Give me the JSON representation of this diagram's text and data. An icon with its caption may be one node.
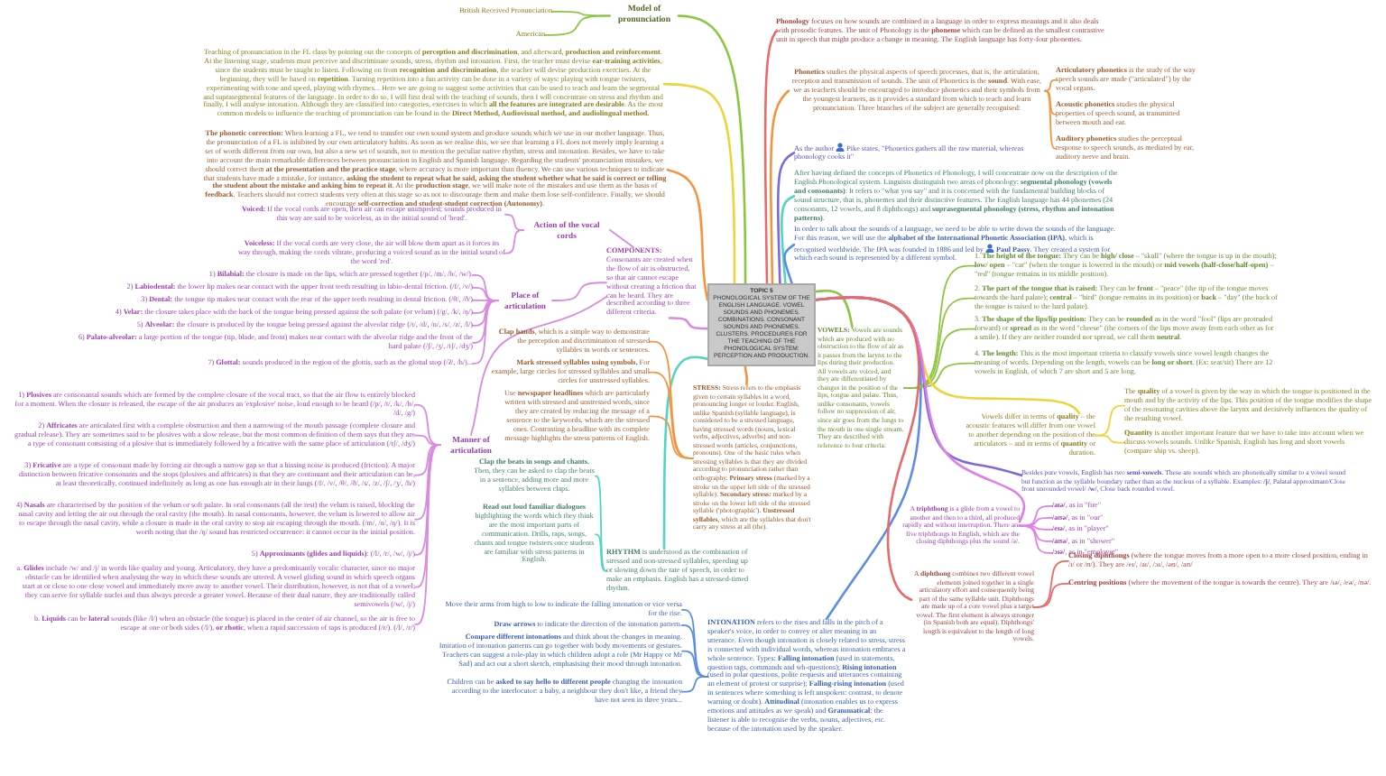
{
  "diagram": {
    "nodes": [
      {
        "text": [
          "TOPIC 5",
          "PHONOLOGICAL SYSTEM OF THE ENGLISH LANGUAGE. VOWEL SOUNDS AND PHONEMES. COMBINATIONS. CONSONANT SOUNDS AND PHONEMES. CLUSTERS. PROCEDURES FOR THE TEACHING OF THE PHONOLOGICAL SYSTEM: PERCEPTION AND PRODUCTION."
        ]
      },
      {
        "text": [
          "Model of pronunciation"
        ]
      },
      {
        "text": [
          "British Received Pronunciation"
        ]
      },
      {
        "text": [
          "American"
        ]
      },
      {
        "text": [
          "Teaching of pronunciation in the FL class by pointing out the concepts of **perception and discrimination**, and afterward, **production and reinforcement**. At the listening stage, students must perceive and discriminate sounds, stress, rhythm and intonation. First, the teacher must devise **ear-training activities**, since the students must be taught to listen. Following on from **recognition and discrimination**, the teacher will devise production exercises. At the beginning, they will be based on **repetition**. Turning repetition into a fun activity can be done in a variety of ways: playing with tongue twisters, experimenting with tone and speed, playing with rhymes... Here we are going to suggest some activities that can be used to teach and learn the segmental and suprasegmental features of the language. In order to do so, I will first deal with the teaching of sounds, then I will concentrate on stress and rhythm and finally, I will analyse intonation. Although they are classified into categories, exercises in which **all the features are integrated are desirable**. As the most common models to influence the teaching of pronunciation can be found in the **Direct Method, Audiovisual method, and audiolingual method.**"
        ]
      },
      {
        "text": [
          "**The phonetic correction:** When learning a FL, we tend to transfer our own sound system and produce sounds which we use in our mother language. Thus, the pronunciation of a FL is inhibited by our own articulatory habits. As soon as we realise this, we see that learning a FL does not merely imply learning a set of words different from our own, but also a new set of sounds, not to mention the peculiar native rhythm, stress and intonation. Besides, we have to take into account the main remarkable differences between pronunciation in English and Spanish language. Regarding the students' pronunciation mistakes, we should correct them **at the presentation and the practice stage**, where accuracy is more important than fluency. We can use various techniques to indicate that students have made a mistake, for instance, **asking the student to repeat what he said, asking the student whether what he said is correct or telling the student about the mistake and asking him to repeat it**. At the **production stage**, we will make note of the mistakes and use them as the basis of **feedback**. Teachers should not correct students very often at this stage so as not to discourage them and make them lose self-confidence. Finally, we should encourage **self-correction and student-student correction (Autonomy)**."
        ]
      },
      {
        "text": [
          "Action of the vocal cords"
        ]
      },
      {
        "text": [
          "**Voiced:** If the vocal cords are open, then air can escape unimpeded; sounds produced in this way are said to be voiceless, as in the initial sound of 'head'."
        ]
      },
      {
        "text": [
          "**Voiceless:** If the vocal cords are very close, the air will blow them apart as it forces its way through, making the cords vibrate, producing a voiced sound as in the initial sound of the word 'red'."
        ]
      },
      {
        "text": [
          "**COMPONENTS:** Consonants are created when the flow of air is obstructed, so that air cannot escape without creating a friction that can be heard. They are described according to three different criteria."
        ]
      },
      {
        "text": [
          "Place of articulation"
        ]
      },
      {
        "text": [
          "1) **Bilabial:** the closure is made on the lips, which are pressed together (/p/, /m/, /b/, /w/)."
        ]
      },
      {
        "text": [
          "2) **Labiodental:** the lower lip makes near contact with the upper front teeth resulting in labio-dental friction. (/f/, /v/)"
        ]
      },
      {
        "text": [
          "3) **Dental:** the tongue tip makes near contact with the rear of the upper teeth resulting in dental friction. (/θ/, /ð/)"
        ]
      },
      {
        "text": [
          "4) **Velar:** the closure takes place with the back of the tongue being pressed against the soft palate (or velum) (/g/, /k/, /ŋ/)"
        ]
      },
      {
        "text": [
          "5) **Alveolar:** the closure is produced by the tongue being pressed against the alveolar ridge (/t/, /d/, /n/, /s/, /z/, /l/)"
        ]
      },
      {
        "text": [
          "6) **Palato-alveolar:** a large portion of the tongue (tip, blade, and front) makes near contact with the alveolar ridge and the front of the hard palate (/ʃ/, /ʒ/, /tʃ/, /dʒ/)"
        ]
      },
      {
        "text": [
          "7) **Glottal:** sounds produced in the region of the glottis, such as the glottal stop (/ʔ/, /h/)..."
        ]
      },
      {
        "text": [
          "Manner of articulation"
        ]
      },
      {
        "text": [
          "1) **Plosives** are consonantal sounds which are formed by the complete closure of the vocal tract, so that the air flow is entirely blocked for a moment. When the closure is released, the escape of the air produces an 'explosive' noise, loud enough to be heard (/p/, /t/, /k/, /b/, /d/, /g/)"
        ]
      },
      {
        "text": [
          "2) **Affricates** are articulated first with a complete obstruction and then a narrowing of the mouth passage (complete closure and gradual release). They are sometimes said to be plosives with a slow release, but the most common definition of them says that they are a type of consonant consisting of a plosive that is immediately followed by a fricative with the same place of articulation (/tʃ/, /dʒ/)"
        ]
      },
      {
        "text": [
          "3) **Fricative** are a type of consonant made by forcing air through a narrow gap so that a hissing noise is produced (friction). A major distinction between fricative consonants and the stops (plosives and affricates) is that they are continuant and their articulation can be, at least theoretically, continued indefinitely as long as one has enough air in their lungs (/f/, /v/, /θ/, /ð/, /s/, /z/, /ʃ/, /ʒ/, /h/)"
        ]
      },
      {
        "text": [
          "4) **Nasals** are characterised by the position of the velum or soft palate. In oral consonants (all the rest) the velum is raised, blocking the nasal cavity and letting the air out through the oral cavity (the mouth). In nasal consonants, however, the velum is lowered to allow air to escape through the nasal cavity, while a closure is made in the oral cavity to stop air escaping through the mouth. (/m/, /n/, /ŋ/). It is worth noting that the /ŋ/ sound has restricted occurrence: it cannot occur in the initial position."
        ]
      },
      {
        "text": [
          "5) **Approximants (glides and liquids)**: (/l/, /r/, /w/, /j/)"
        ]
      },
      {
        "text": [
          "a. **Glides** include /w/ and /j/ in words like quality and young. Articulatory, they have a predominantly vocalic character, since no major obstacle can be identified when analysing the way in which these sounds are uttered. A vowel gliding sound in which speech organs start at or close to one close vowel and immediately move away to another vowel. Their distribution, however, is not that of a vowel; they can serve for syllable nuclei and thus always precede a greater vowel. Because of their dual nature, they are traditionally called semivowels (/w/, /j/)"
        ]
      },
      {
        "text": [
          "b. **Liquids** can be **lateral** sounds (like /l/) when an obstacle (the tongue) is placed in the center of air channel, so the air is free to escape at one or both sides (/l/), **or rhotic**, when a rapid succession of taps is produced (/r/). (/l/, /r/)"
        ]
      },
      {
        "text": [
          "**INTONATION** refers to the rises and falls in the pitch of a speaker's voice, in order to convey or alter meaning in an utterance. Even though intonation is closely related to stress, stress is connected with individual words, whereas intonation embraces a whole sentence. Types: **Falling intonation** (used in statements, question tags, commands and wh-questions); **Rising intonation** (used in polar questions, polite requests and utterances containing an element of protest or surprise); **Falling-rising intonation** (used in sentences where something is left unspoken: contrast, to denote warning or doubt). **Attitudinal** (intonation enables us to express emotions and attitudes as we speak) and **Grammatical**: the listener is able to recognise the verbs, nouns, adjectives, etc. because of the intonation used by the speaker."
        ]
      },
      {
        "text": [
          "Move their arms from high to low to indicate the falling intonation or vice versa for the rise."
        ]
      },
      {
        "text": [
          "**Draw arrows** to indicate the direction of the intonation pattern."
        ]
      },
      {
        "text": [
          "**Compare different intonations** and think about the changes in meaning. Imitation of intonation patterns can go together with body movements or gestures. Teachers can suggest a role-play in which children adopt a role (Mr Happy or Mr Sad) and act out a short sketch, emphasising their mood through intonation."
        ]
      },
      {
        "text": [
          "Children can be **asked to say hello to different people** changing the intonation according to the interlocutor: a baby, a neighbour they don't like, a friend they have not seen in three years..."
        ]
      },
      {
        "text": [
          "**RHYTHM** is understood as the combination of stressed and non-stressed syllables, speeding up or slowing down the rate of speech, in order to make an emphasis. English has a stressed-timed rhythm."
        ]
      },
      {
        "text": [
          "Clap the beats in songs and chants.",
          "Then, they can be asked to clap the beats in a sentence, adding more and more syllables between claps."
        ]
      },
      {
        "text": [
          "Read out loud familiar dialogues",
          "highlighting the words which they think are the most important parts of communication. Drills, raps, songs, chants and tongue twisters once students are familiar with stress patterns in English."
        ]
      },
      {
        "text": [
          "**STRESS:** Stress refers to the emphasis given to certain syllables in a word, pronouncing longer or louder. English, unlike Spanish (syllable language), is considered to be a stressed language, having stressed words (nouns, lexical verbs, adjectives, adverbs) and non-stressed words (articles, conjunctions, pronouns). One of the basic rules when stressing syllables is that they are divided according to pronunciation rather than orthography. **Primary stress** (marked by a stroke on the upper left side of the stressed syllable). **Secondary stress:** marked by a stroke on the lower left side of the stressed syllable ('photographic'). **Unstressed syllables**, which are the syllables that don't carry any stress at all (the)."
        ]
      },
      {
        "text": [
          "**Clap hands**, which is a simple way to demonstrate the perception and discrimination of stressed syllables in words or sentences."
        ]
      },
      {
        "text": [
          "**Mark stressed syllables using symbols.** For example, large circles for stressed syllables and small circles for unstressed syllables."
        ]
      },
      {
        "text": [
          "Use **newspaper headlines** which are particularly written with stressed and unstressed words, since they are created by reducing the message of a sentence to the keywords, which are the stressed ones. Contrasting a headline with its complete message highlights the stress patterns of English."
        ]
      },
      {
        "text": [
          "**Phonology** focuses on how sounds are combined in a language in order to express meanings and it also deals with prosodic features. The unit of Phonology is the **phoneme** which can be defined as the smallest contrastive unit in speech that might produce a change in meaning. The English language has forty-four phonemes."
        ]
      },
      {
        "text": [
          "**Phonetics** studies the physical aspects of speech processes, that is, the articulation, reception and transmission of sounds. The unit of Phonetics is the **sound**. With ease, we as teachers should be encouraged to introduce phonetics and their symbols from the youngest learners, as it provides a standard from which to teach and learn pronunciation. Three branches of the subject are generally recognised:"
        ]
      },
      {
        "text": [
          "**Articulatory phonetics** is the study of the way speech sounds are made (\"articulated\") by the vocal organs."
        ]
      },
      {
        "text": [
          "**Acoustic phonetics** studies the physical properties of speech sound, as transmitted between mouth and ear."
        ]
      },
      {
        "text": [
          "**Auditory phonetics** studies the perceptual response to speech sounds, as mediated by ear, auditory nerve and brain."
        ]
      },
      {
        "text": [
          "As the author",
          "Pike states, \"Phonetics gathers all the raw material, whereas phonology cooks it\""
        ]
      },
      {
        "text": [
          "After having defined the concepts of Phonetics of Phonology, I will concentrate now on the description of the English Phonological system. Linguists distinguish two areas of phonology: **segmental phonology (vowels and consonants)**: It refers to \"what you say\" and it is concerned with the fundamental building blocks of sound structure, that is, phonemes and their distinctive features. The English language has 44 phonemes (24 consonants, 12 vowels, and 8 diphthongs) and **suprasegmental phonology (stress, rhythm and intonation patterns)**."
        ]
      },
      {
        "text": [
          "In order to talk about the sounds of a language, we need to be able to write down the sounds of the language. For this reason, we will use the **alphabet of the International Phonetic Association (IPA)**, which is recognised worldwide. The IPA was founded in 1886 and led by",
          "**Paul Passy**. They created a system for which each sound is represented by a different symbol."
        ]
      },
      {
        "text": [
          "**VOWELS:** Vowels are sounds which are produced with no obstruction to the flow of air as it passes from the larynx to the lips during their production. All vowels are voiced, and they are differentiated by changes in the position of the lips, tongue and palate. Thus, unlike consonants, vowels follow no suppression of air, since air goes from the lungs to the mouth in one single stream. They are described with reference to four criteria:"
        ]
      },
      {
        "text": [
          "1. **The height of the tongue:** They can be **high/ close** – \"skull\" (where the tongue is up in the mouth); **low/ open** – \"car\" (when the tongue is lowered in the mouth) or **mid vowels (half-close/half-open)** – \"red\" (tongue remains in its middle position)."
        ]
      },
      {
        "text": [
          "2. **The part of the tongue that is raised:** They can be **front** – \"peace\" (the tip of the tongue moves towards the hard palate); **central** – \"bird\" (tongue remains in its position) or **back** – \"day\" (the back of the tongue is raised to the hard palate)."
        ]
      },
      {
        "text": [
          "3. **The shape of the lips/lip position:** They can be **rounded** as in the word \"fool\" (lips are protruded forward) or **spread** as in the word \"cheese\" (the corners of the lips move away from each other as for a smile). If they are neither rounded nor spread, we call them **neutral**."
        ]
      },
      {
        "text": [
          "4. **The length:** This is the most important criteria to classify vowels since vowel length changes the meaning of words. Depending on the length, vowels can be **long or short**. (Ex: seat/sit) There are 12 vowels in English, of which 7 are short and 5 are long."
        ]
      },
      {
        "text": [
          "Vowels differ in terms of **quality** – the acoustic features will differ from one vowel to another depending on the position of the articulators – and in terms of **quantity** or duration."
        ]
      },
      {
        "text": [
          "The **quality** of a vowel is given by the way in which the tongue is positioned in the mouth and by the activity of the lips. This position of the tongue modifies the shape of the resonating cavities above the larynx and decisively influences the quality of the resulting vowel."
        ]
      },
      {
        "text": [
          "**Quantity** is another important feature that we have to take into account when we discuss vowels sounds. Unlike Spanish, English has long and short vowels (compare ship vs. sheep)."
        ]
      },
      {
        "text": [
          "Besides pure vowels, English has two **semi-vowels**. These are sounds which are phonetically similar to a vowel sound but function as the syllable boundary rather than as the nucleus of a syllable. Examples: **/j/**, Palatal approximant/Close front unrounded vowel/ **/w/**, Close back rounded vowel."
        ]
      },
      {
        "text": [
          "A **triphthong** is a glide from a vowel to another and then to a third, all produced rapidly and without interruption. There are five triphthongs in English, which are the closing diphthongs plus the sound /ə/."
        ]
      },
      {
        "text": [
          "**/aɪə/**, as in \"fire\""
        ]
      },
      {
        "text": [
          "**/aʊə/**, as in \"our\""
        ]
      },
      {
        "text": [
          "**/eɪə/**, as in \"player\""
        ]
      },
      {
        "text": [
          "**/aʊə/**, as in \"shower\""
        ]
      },
      {
        "text": [
          "**/ɔɪə/**, as in \"employer\""
        ]
      },
      {
        "text": [
          "A **diphthong** combines two different vowel elements joined together in a single articulatory effort and consequently being part of the same syllable unit. Diphthongs are made up of a core vowel plus a target vowel. The first element is always stronger (in Spanish both are equal). Diphthongs' length is equivalent to the length of long vowels."
        ]
      },
      {
        "text": [
          "**Closing diphthongs** (where the tongue moves from a more open to a more closed position, ending in /ɪ/ or /ʊ/). They are /eɪ/, /aɪ/, /ɔɪ/, /əʊ/, /aʊ/"
        ]
      },
      {
        "text": [
          "**Centring positions** (where the movement of the tongue is towards the centre). They are /ɪə/, /eə/, /ʊə/."
        ]
      }
    ],
    "edges": [
      {
        "from": 0,
        "to": 1,
        "arrow": "none",
        "color": "#8cc63f"
      },
      {
        "from": 1,
        "to": 2,
        "arrow": "none",
        "color": "#8cc63f"
      },
      {
        "from": 1,
        "to": 3,
        "arrow": "none",
        "color": "#8cc63f"
      },
      {
        "from": 0,
        "to": 4,
        "arrow": "none",
        "color": "#ecd43a"
      },
      {
        "from": 0,
        "to": 5,
        "arrow": "none",
        "color": "#f5943c"
      },
      {
        "from": 0,
        "to": 9,
        "arrow": "none",
        "color": "#d98be0"
      },
      {
        "from": 9,
        "to": 6,
        "arrow": "none",
        "color": "#d98be0"
      },
      {
        "from": 6,
        "to": 7,
        "arrow": "none",
        "color": "#d98be0"
      },
      {
        "from": 6,
        "to": 8,
        "arrow": "none",
        "color": "#d98be0"
      },
      {
        "from": 9,
        "to": 10,
        "arrow": "none",
        "color": "#d98be0"
      },
      {
        "from": 10,
        "to": 11,
        "arrow": "none",
        "color": "#d98be0"
      },
      {
        "from": 10,
        "to": 12,
        "arrow": "none",
        "color": "#d98be0"
      },
      {
        "from": 10,
        "to": 13,
        "arrow": "none",
        "color": "#d98be0"
      },
      {
        "from": 10,
        "to": 14,
        "arrow": "none",
        "color": "#d98be0"
      },
      {
        "from": 10,
        "to": 15,
        "arrow": "none",
        "color": "#d98be0"
      },
      {
        "from": 10,
        "to": 16,
        "arrow": "none",
        "color": "#d98be0"
      },
      {
        "from": 10,
        "to": 17,
        "arrow": "none",
        "color": "#d98be0"
      },
      {
        "from": 9,
        "to": 18,
        "arrow": "none",
        "color": "#d98be0"
      },
      {
        "from": 18,
        "to": 19,
        "arrow": "none",
        "color": "#d98be0"
      },
      {
        "from": 18,
        "to": 20,
        "arrow": "none",
        "color": "#d98be0"
      },
      {
        "from": 18,
        "to": 21,
        "arrow": "none",
        "color": "#d98be0"
      },
      {
        "from": 18,
        "to": 22,
        "arrow": "none",
        "color": "#d98be0"
      },
      {
        "from": 18,
        "to": 23,
        "arrow": "none",
        "color": "#d98be0"
      },
      {
        "from": 18,
        "to": 24,
        "arrow": "none",
        "color": "#d98be0"
      },
      {
        "from": 18,
        "to": 25,
        "arrow": "none",
        "color": "#d98be0"
      },
      {
        "from": 0,
        "to": 26,
        "arrow": "none",
        "color": "#5b8de8"
      },
      {
        "from": 26,
        "to": 27,
        "arrow": "none",
        "color": "#5b8de8"
      },
      {
        "from": 26,
        "to": 28,
        "arrow": "none",
        "color": "#5b8de8"
      },
      {
        "from": 26,
        "to": 29,
        "arrow": "none",
        "color": "#5b8de8"
      },
      {
        "from": 26,
        "to": 30,
        "arrow": "none",
        "color": "#5b8de8"
      },
      {
        "from": 0,
        "to": 31,
        "arrow": "none",
        "color": "#4fd6c0"
      },
      {
        "from": 31,
        "to": 32,
        "arrow": "none",
        "color": "#4fd6c0"
      },
      {
        "from": 31,
        "to": 33,
        "arrow": "none",
        "color": "#4fd6c0"
      },
      {
        "from": 0,
        "to": 34,
        "arrow": "none",
        "color": "#f5943c"
      },
      {
        "from": 34,
        "to": 35,
        "arrow": "none",
        "color": "#f5943c"
      },
      {
        "from": 34,
        "to": 36,
        "arrow": "none",
        "color": "#f5943c"
      },
      {
        "from": 34,
        "to": 37,
        "arrow": "none",
        "color": "#f5943c"
      },
      {
        "from": 0,
        "to": 38,
        "arrow": "none",
        "color": "#e86a6a"
      },
      {
        "from": 0,
        "to": 39,
        "arrow": "none",
        "color": "#f5943c"
      },
      {
        "from": 39,
        "to": 40,
        "arrow": "none",
        "color": "#f5943c"
      },
      {
        "from": 39,
        "to": 41,
        "arrow": "none",
        "color": "#f5943c"
      },
      {
        "from": 39,
        "to": 42,
        "arrow": "none",
        "color": "#f5943c"
      },
      {
        "from": 0,
        "to": 43,
        "arrow": "none",
        "color": "#7d68e0"
      },
      {
        "from": 0,
        "to": 44,
        "arrow": "none",
        "color": "#4fd6c0"
      },
      {
        "from": 0,
        "to": 45,
        "arrow": "none",
        "color": "#5b8de8"
      },
      {
        "from": 0,
        "to": 46,
        "arrow": "none",
        "color": "#8cc63f"
      },
      {
        "from": 46,
        "to": 47,
        "arrow": "none",
        "color": "#8cc63f"
      },
      {
        "from": 46,
        "to": 48,
        "arrow": "none",
        "color": "#8cc63f"
      },
      {
        "from": 46,
        "to": 49,
        "arrow": "none",
        "color": "#8cc63f"
      },
      {
        "from": 46,
        "to": 50,
        "arrow": "none",
        "color": "#8cc63f"
      },
      {
        "from": 0,
        "to": 51,
        "arrow": "none",
        "color": "#ecd43a"
      },
      {
        "from": 51,
        "to": 52,
        "arrow": "none",
        "color": "#ecd43a"
      },
      {
        "from": 51,
        "to": 53,
        "arrow": "none",
        "color": "#ecd43a"
      },
      {
        "from": 0,
        "to": 54,
        "arrow": "none",
        "color": "#7d68e0"
      },
      {
        "from": 0,
        "to": 55,
        "arrow": "none",
        "color": "#e07de8"
      },
      {
        "from": 55,
        "to": 56,
        "arrow": "none",
        "color": "#e07de8"
      },
      {
        "from": 55,
        "to": 57,
        "arrow": "none",
        "color": "#e07de8"
      },
      {
        "from": 55,
        "to": 58,
        "arrow": "none",
        "color": "#e07de8"
      },
      {
        "from": 55,
        "to": 59,
        "arrow": "none",
        "color": "#e07de8"
      },
      {
        "from": 55,
        "to": 60,
        "arrow": "none",
        "color": "#e07de8"
      },
      {
        "from": 0,
        "to": 61,
        "arrow": "none",
        "color": "#e86a6a"
      },
      {
        "from": 61,
        "to": 62,
        "arrow": "none",
        "color": "#e86a6a"
      },
      {
        "from": 61,
        "to": 63,
        "arrow": "none",
        "color": "#e86a6a"
      }
    ]
  }
}
